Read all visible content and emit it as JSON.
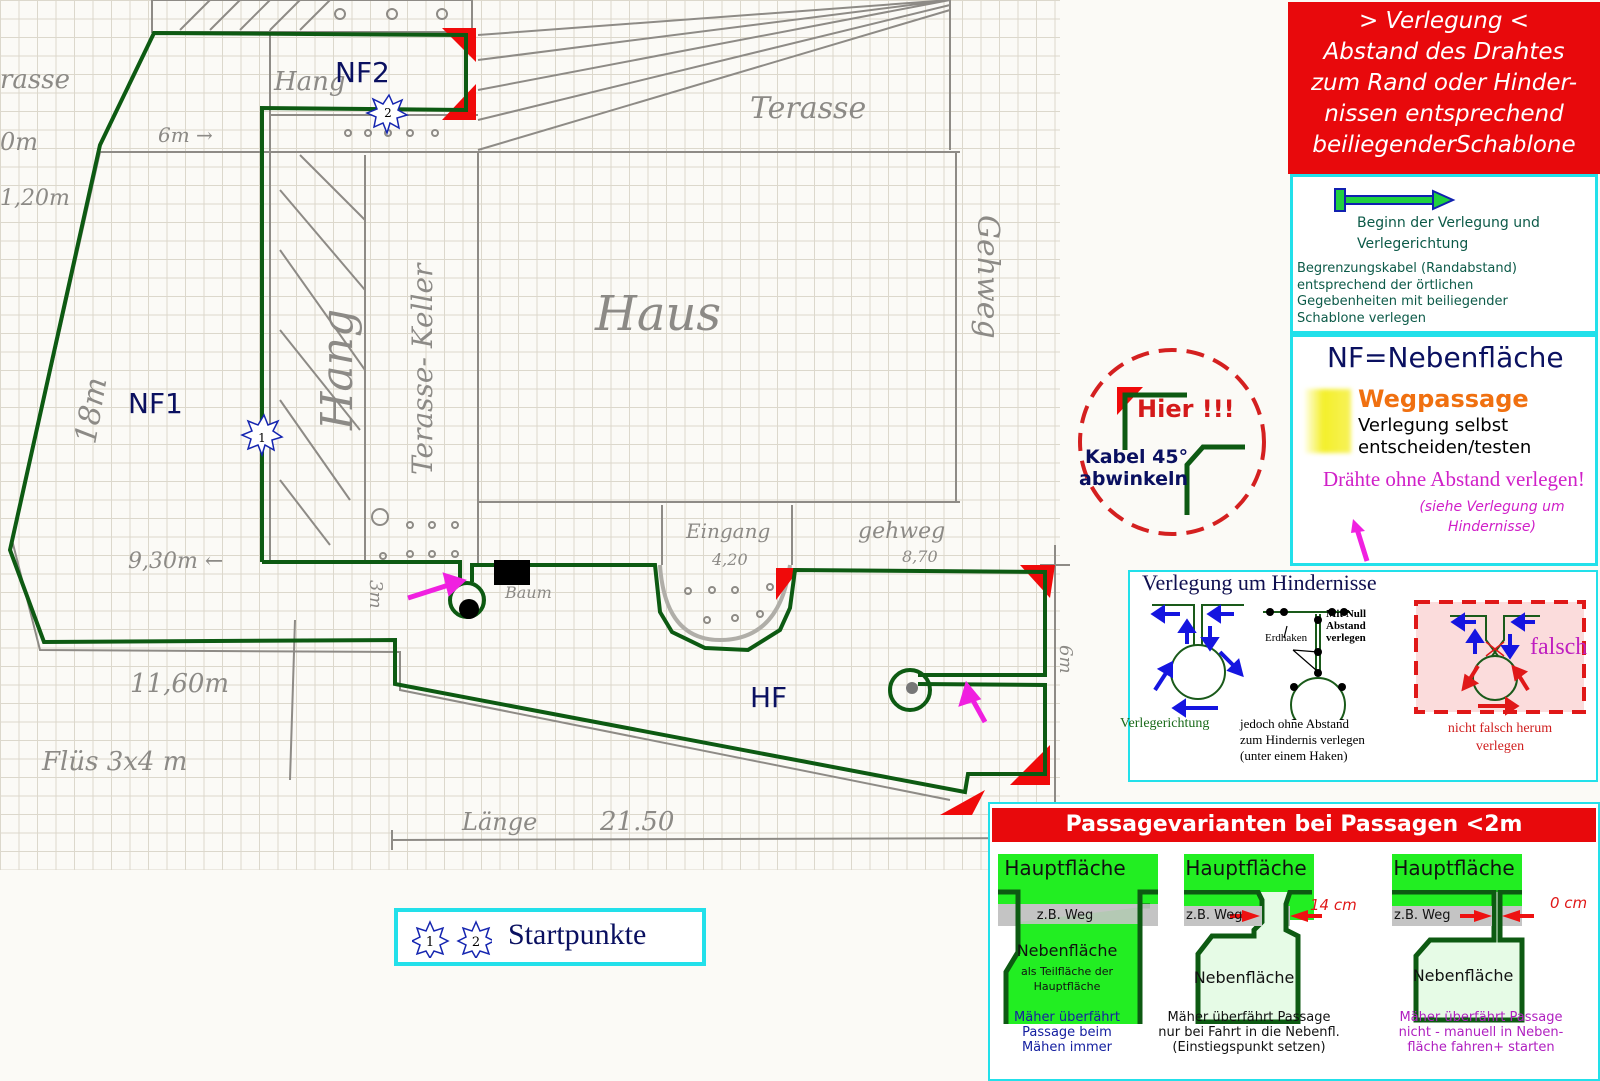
{
  "plan": {
    "areas": {
      "nf1": "NF1",
      "nf2": "NF2",
      "hf": "HF"
    },
    "sketch_labels": {
      "terasse_top_left": "rasse",
      "terasse_right": "Terasse",
      "haus": "Haus",
      "hang_vertical": "Hang",
      "hang_top": "Hang",
      "terasse_keller": "Terasse- Keller",
      "gehweg_vertical": "Gehweg",
      "eingang": "Eingang",
      "eingang_size": "4,20",
      "gehweg": "gehweg",
      "gehweg_size": "8,70",
      "baum": "Baum",
      "dim_6m": "6m →",
      "dim_top_left": "0m",
      "dim_1_20": "1,20m",
      "dim_18m": "18m",
      "dim_9_30": "9,30m ←",
      "dim_11_60": "11,60m",
      "dim_3m": "3m",
      "dim_6m_right": "6m",
      "fluss": "Flüs 3x4 m",
      "laenge_label": "Länge",
      "laenge_value": "21.50"
    },
    "start_markers": [
      "1",
      "2"
    ],
    "colors": {
      "wire": "#0d5a12",
      "corner": "#f00a0a",
      "arrow": "#f020e0",
      "area_label": "#0a1060"
    }
  },
  "hint_circle": {
    "title": "Hier !!!",
    "text_line1": "Kabel 45°",
    "text_line2": "abwinkeln"
  },
  "legend_top": {
    "line1": "> Verlegung <",
    "line2": "Abstand des Drahtes",
    "line3": "zum Rand oder Hinder-",
    "line4": "nissen entsprechend",
    "line5": "beiliegenderSchablone"
  },
  "legend_begin": {
    "begin_line1": "Beginn der Verlegung und",
    "begin_line2": "Verlegerichtung",
    "cable_line1": "Begrenzungskabel (Randabstand)",
    "cable_line2": "entsprechend der örtlichen",
    "cable_line3": "Gegebenheiten mit beiliegender",
    "cable_line4": "Schablone verlegen"
  },
  "legend_nf": {
    "title": "NF=Nebenfläche",
    "wegpassage": "Wegpassage",
    "wp_line1": "Verlegung selbst",
    "wp_line2": "entscheiden/testen",
    "wires": "Drähte ohne Abstand verlegen!",
    "see_line1": "(siehe Verlegung um",
    "see_line2": "Hindernisse)"
  },
  "legend_obstacles": {
    "title": "Verlegung um Hindernisse",
    "verlegerichtung": "Verlegerichtung",
    "erdhaken": "Erdhaken",
    "mit_null_1": "Mit Null",
    "mit_null_2": "Abstand",
    "mit_null_3": "verlegen",
    "jedoch_1": "jedoch ohne Abstand",
    "jedoch_2": "zum Hindernis verlegen",
    "jedoch_3": "(unter einem Haken)",
    "falsch": "falsch",
    "nicht_1": "nicht falsch herum",
    "nicht_2": "verlegen"
  },
  "legend_passages": {
    "title": "Passagevarianten bei Passagen <2m",
    "variants": [
      {
        "main": "Hauptfläche",
        "path": "z.B. Weg",
        "side": "Nebenfläche",
        "side_sub1": "als Teilfläche der",
        "side_sub2": "Hauptfläche",
        "gap": "",
        "caption1": "Mäher überfährt",
        "caption2": "Passage beim",
        "caption3": "Mähen immer"
      },
      {
        "main": "Hauptfläche",
        "path": "z.B. Weg",
        "side": "Nebenfläche",
        "gap": "14 cm",
        "caption1": "Mäher überfährt Passage",
        "caption2": "nur bei Fahrt in die Nebenfl.",
        "caption3": "(Einstiegspunkt setzen)"
      },
      {
        "main": "Hauptfläche",
        "path": "z.B. Weg",
        "side": "Nebenfläche",
        "gap": "0 cm",
        "caption1": "Mäher überfährt Passage",
        "caption2": "nicht - manuell in Neben-",
        "caption3": "fläche fahren+ starten"
      }
    ]
  },
  "legend_start": {
    "label": "Startpunkte",
    "marker1": "1",
    "marker2": "2"
  }
}
